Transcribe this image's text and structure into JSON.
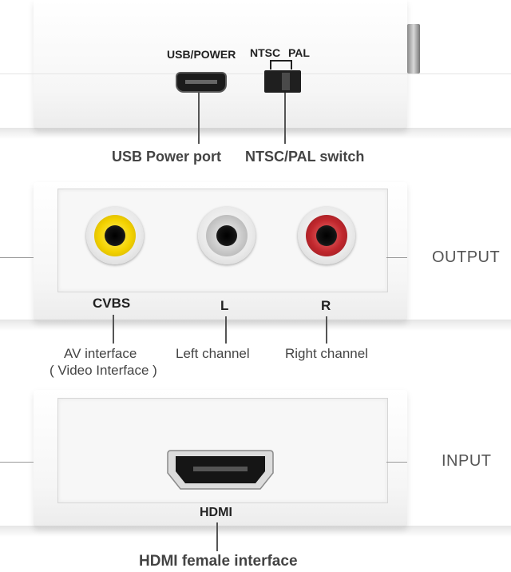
{
  "top_device": {
    "port_label_usb": "USB/POWER",
    "port_label_ntsc": "NTSC",
    "port_label_pal": "PAL",
    "callout_usb": "USB Power port",
    "callout_switch": "NTSC/PAL switch"
  },
  "output_device": {
    "side_label": "OUTPUT",
    "jacks": [
      {
        "label": "CVBS",
        "color": "#f3d200",
        "callout": "AV interface",
        "callout_sub": "( Video Interface )"
      },
      {
        "label": "L",
        "color": "#c9c9c9",
        "callout": "Left channel"
      },
      {
        "label": "R",
        "color": "#c0272d",
        "callout": "Right channel"
      }
    ]
  },
  "input_device": {
    "side_label": "INPUT",
    "port_label": "HDMI",
    "callout": "HDMI female interface"
  }
}
